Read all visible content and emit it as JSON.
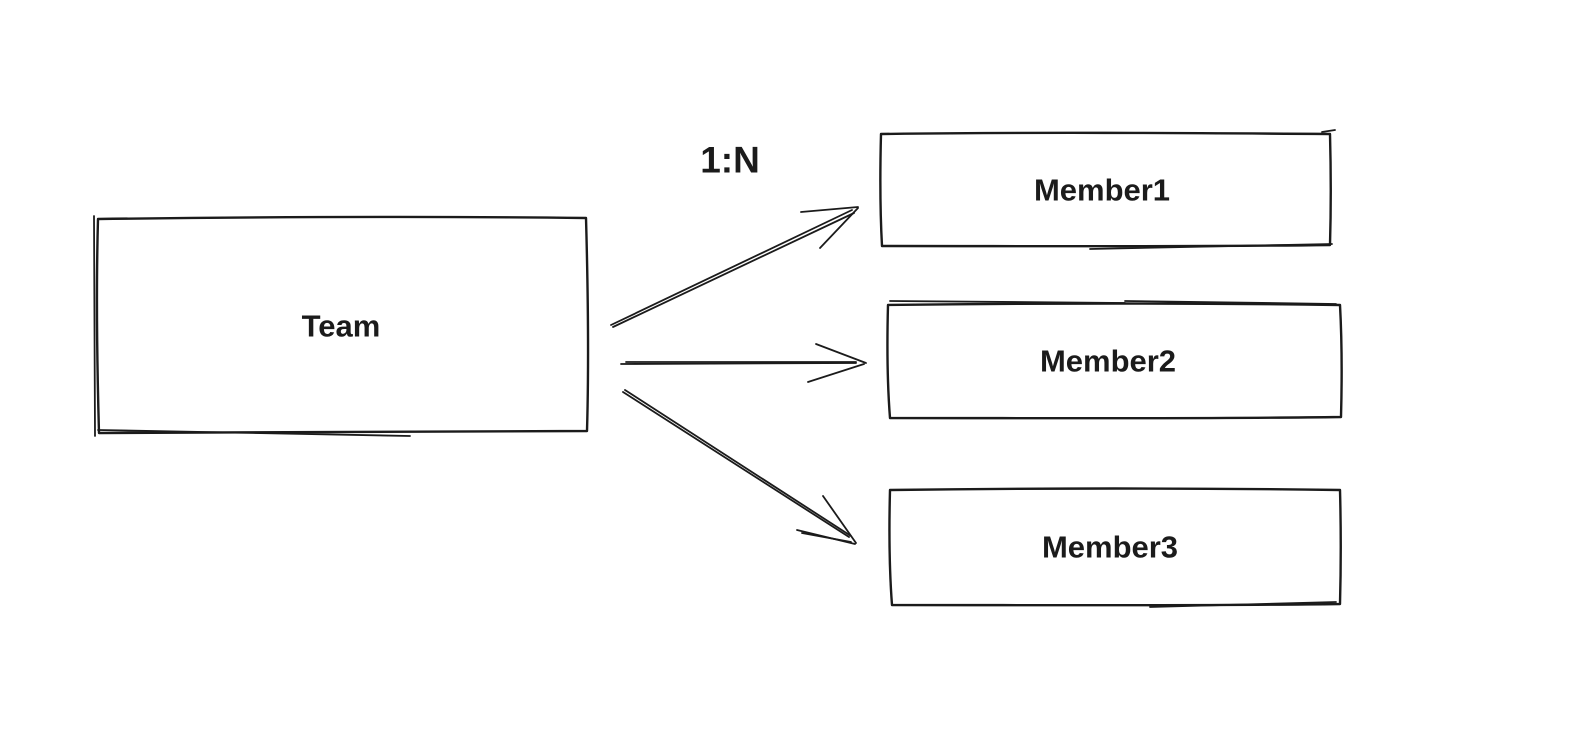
{
  "diagram": {
    "background_color": "#ffffff",
    "stroke_color": "#1b1b1b",
    "nodes": [
      {
        "id": "team",
        "label": "Team"
      },
      {
        "id": "member1",
        "label": "Member1"
      },
      {
        "id": "member2",
        "label": "Member2"
      },
      {
        "id": "member3",
        "label": "Member3"
      }
    ],
    "edges": [
      {
        "from": "team",
        "to": "member1",
        "label": "1:N"
      },
      {
        "from": "team",
        "to": "member2",
        "label": ""
      },
      {
        "from": "team",
        "to": "member3",
        "label": ""
      }
    ]
  }
}
